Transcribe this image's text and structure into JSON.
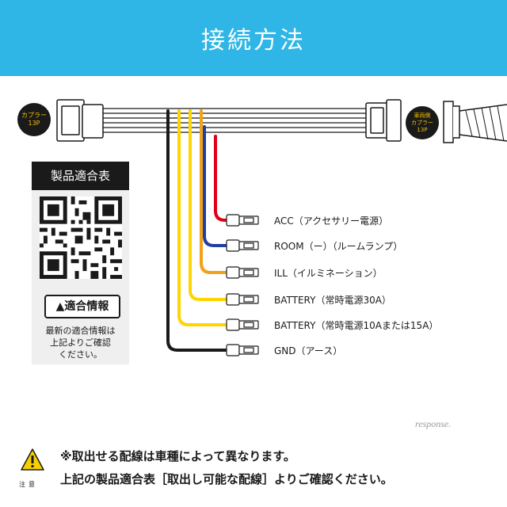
{
  "header": {
    "title": "接続方法",
    "bg_color": "#2fb6e6"
  },
  "left_coupler": {
    "line1": "カプラー",
    "line2": "13P"
  },
  "right_coupler": {
    "line1": "車両側",
    "line2": "カプラー",
    "line3": "13P"
  },
  "panel": {
    "title": "製品適合表",
    "info_label": "▲適合情報",
    "info_text_1": "最新の適合情報は",
    "info_text_2": "上記よりご確認",
    "info_text_3": "ください。"
  },
  "wires": [
    {
      "label": "ACC（アクセサリー電源）",
      "color": "#e0001b"
    },
    {
      "label": "ROOM（ー）（ルームランプ）",
      "color": "#1f3fa6"
    },
    {
      "label": "ILL（イルミネーション）",
      "color": "#f0a21c"
    },
    {
      "label": "BATTERY（常時電源30A）",
      "color": "#ffd400"
    },
    {
      "label": "BATTERY（常時電源10Aまたは15A）",
      "color": "#ffd400"
    },
    {
      "label": "GND（アース）",
      "color": "#1a1a1a"
    }
  ],
  "notices": {
    "line1": "※取出せる配線は車種によって異なります。",
    "line2": "上記の製品適合表［取出し可能な配線］よりご確認ください。",
    "warning_caption": "注意"
  },
  "watermark": "response."
}
